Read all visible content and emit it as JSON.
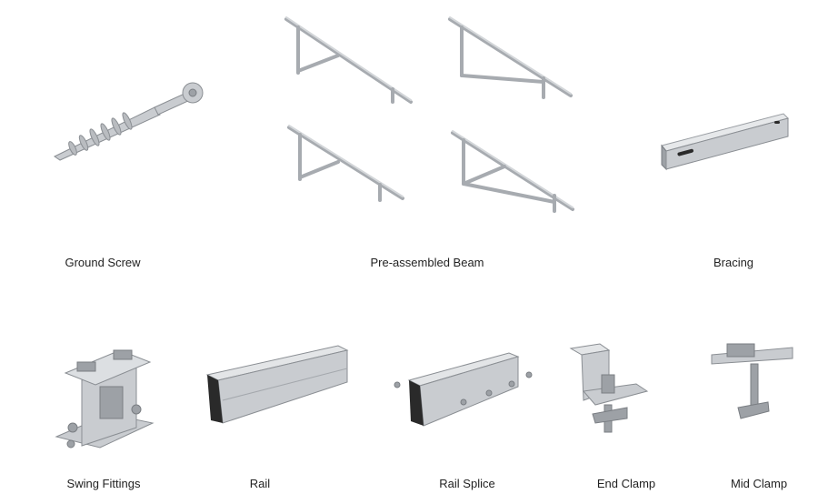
{
  "products": [
    {
      "name": "Ground Screw"
    },
    {
      "name": "Pre-assembled Beam"
    },
    {
      "name": "Bracing"
    },
    {
      "name": "Swing Fittings"
    },
    {
      "name": "Rail"
    },
    {
      "name": "Rail Splice"
    },
    {
      "name": "End Clamp"
    },
    {
      "name": "Mid Clamp"
    }
  ]
}
